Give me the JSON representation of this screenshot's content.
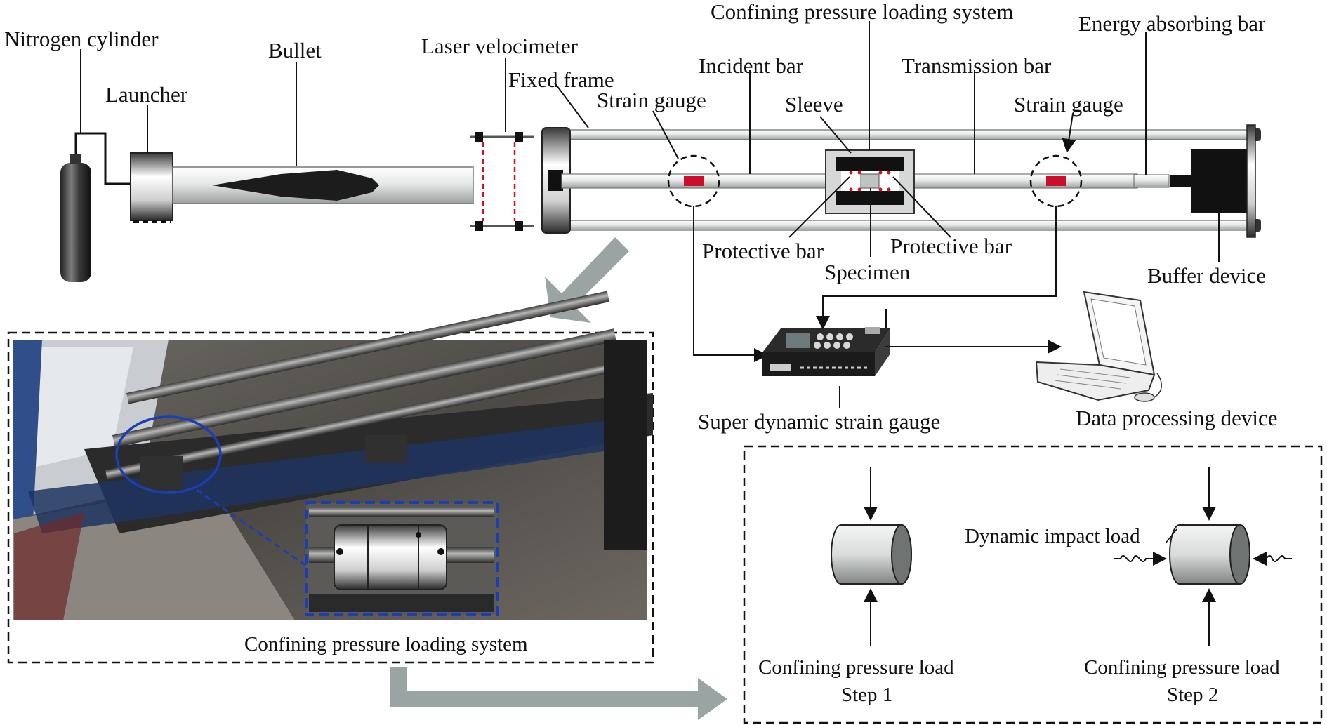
{
  "labels": {
    "nitrogen_cylinder": "Nitrogen cylinder",
    "launcher": "Launcher",
    "bullet": "Bullet",
    "laser_velocimeter": "Laser velocimeter",
    "fixed_frame": "Fixed frame",
    "strain_gauge_left": "Strain gauge",
    "incident_bar": "Incident bar",
    "confining_system_top": "Confining pressure loading system",
    "sleeve": "Sleeve",
    "transmission_bar": "Transmission bar",
    "strain_gauge_right": "Strain gauge",
    "energy_absorbing_bar": "Energy absorbing bar",
    "protective_bar_left": "Protective bar",
    "protective_bar_right": "Protective bar",
    "specimen": "Specimen",
    "buffer_device": "Buffer device",
    "super_dynamic_strain_gauge": "Super dynamic strain gauge",
    "data_processing_device": "Data processing device"
  },
  "photo_panel": {
    "caption": "Confining pressure loading system"
  },
  "steps_panel": {
    "dynamic_impact_load": "Dynamic impact load",
    "step1_load": "Confining pressure load",
    "step1_label": "Step 1",
    "step2_load": "Confining pressure load",
    "step2_label": "Step 2"
  },
  "colors": {
    "gauge_red": "#c8102e",
    "arrow_gray": "#9aa5a3",
    "photo_highlight_blue": "#1a3fb5"
  }
}
